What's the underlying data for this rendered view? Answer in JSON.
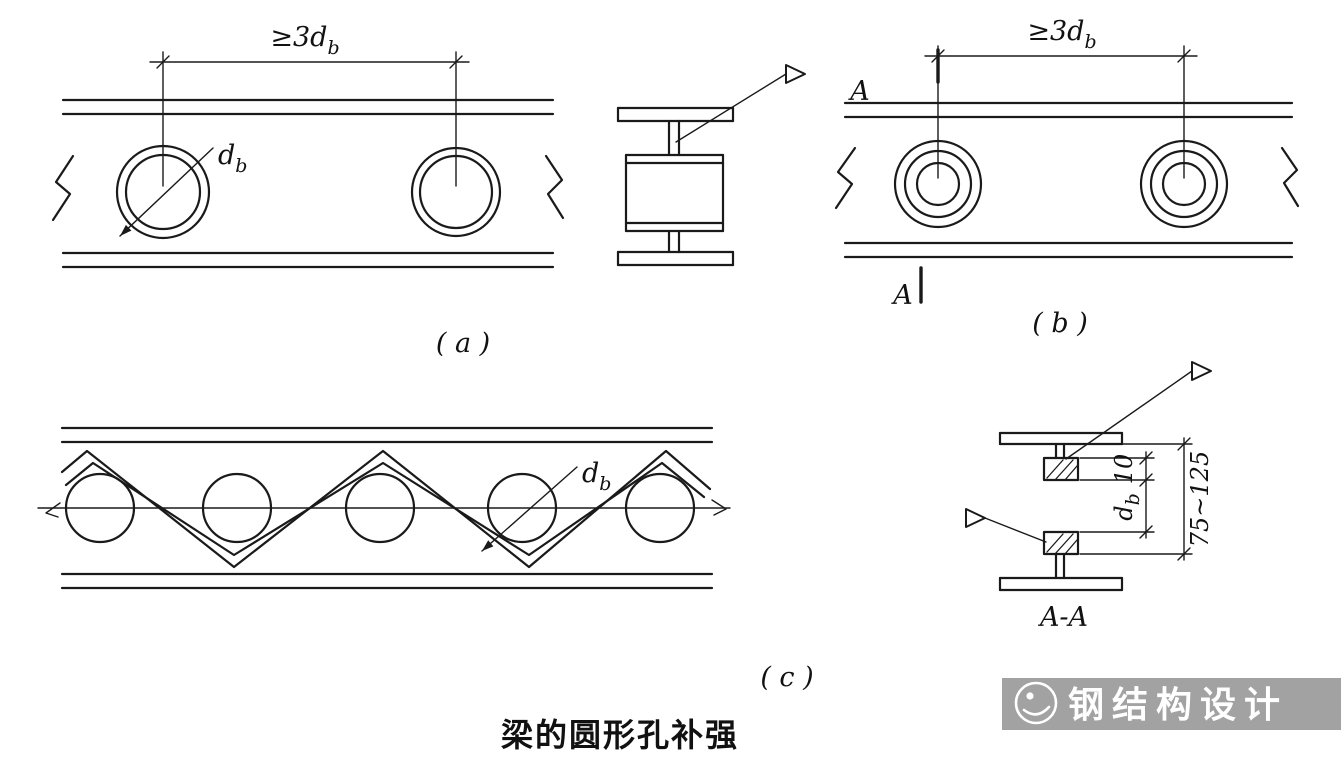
{
  "caption": "梁的圆形孔补强",
  "watermark": {
    "text": "钢结构设计"
  },
  "fig_a": {
    "dim": "≥3d",
    "dim_sub": "b",
    "dia": "d",
    "dia_sub": "b",
    "label": "( a )"
  },
  "fig_b": {
    "dim": "≥3d",
    "dim_sub": "b",
    "cut_top": "A",
    "cut_bottom": "A",
    "label": "( b )"
  },
  "fig_c": {
    "dia": "d",
    "dia_sub": "b",
    "label": "( c )"
  },
  "section": {
    "t10": "10",
    "dia": "d",
    "dia_sub": "b",
    "range": "75~125",
    "label": "A-A"
  }
}
